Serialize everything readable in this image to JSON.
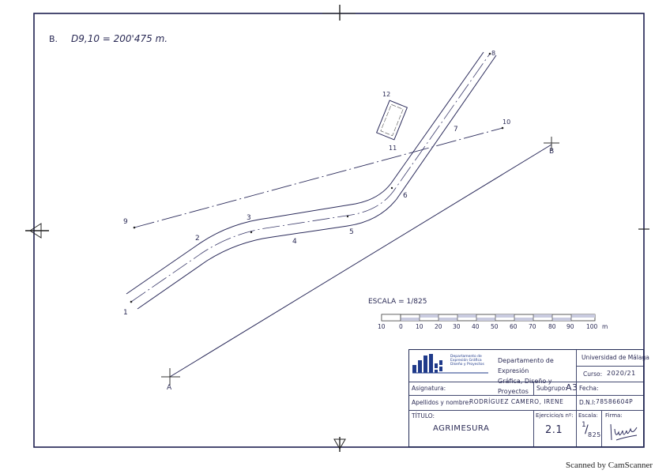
{
  "annotation": {
    "point_label": "B.",
    "formula": "D9,10 = 200'475 m."
  },
  "points": {
    "p1": "1",
    "p2": "2",
    "p3": "3",
    "p4": "4",
    "p5": "5",
    "p6": "6",
    "p7": "7",
    "p8": "8",
    "p9": "9",
    "p10": "10",
    "p11": "11",
    "p12": "12",
    "A": "A",
    "B": "B"
  },
  "scale_bar": {
    "title": "ESCALA = 1/825",
    "ticks": [
      "10",
      "0",
      "10",
      "20",
      "30",
      "40",
      "50",
      "60",
      "70",
      "80",
      "90",
      "100"
    ],
    "unit": "m"
  },
  "title_block": {
    "logo_text": [
      "Departamento de",
      "Expresión Gráfica",
      "Diseño y Proyectos"
    ],
    "department": [
      "Departamento de Expresión",
      "Gráfica, Diseño y Proyectos"
    ],
    "university": "Universidad de Málaga",
    "course_label": "Curso:",
    "course_value": "2020/21",
    "subject_label": "Asignatura:",
    "subject_value": "",
    "subgroup_label": "Subgrupo:",
    "subgroup_value": "A3",
    "date_label": "Fecha:",
    "date_value": "",
    "name_label": "Apellidos y nombre:",
    "name_value": "RODRÍGUEZ CAMERO, IRENE",
    "dni_label": "D.N.I:",
    "dni_value": "78586604P",
    "title_label": "TÍTULO:",
    "title_value": "AGRIMESURA",
    "exercise_label": "Ejercicio/s nº:",
    "exercise_value": "2.1",
    "scale_label": "Escala:",
    "scale_num": "1",
    "scale_den": "825",
    "signature_label": "Firma:"
  },
  "footer": {
    "scanner_text": "Scanned by CamScanner"
  },
  "colors": {
    "ink": "#2a2a5a",
    "frame": "#1e2050",
    "logo_blue": "#1f3a8a"
  }
}
